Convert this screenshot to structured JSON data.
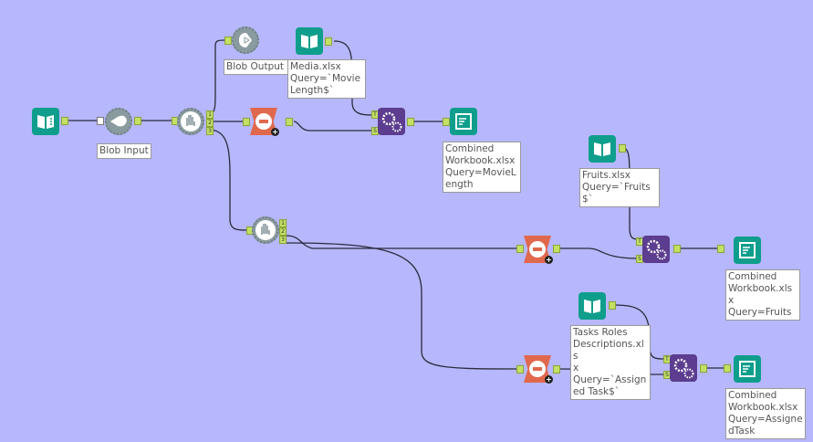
{
  "canvas": {
    "background": "#b7b7fe"
  },
  "colors": {
    "input_teal": "#0f9e8c",
    "formula_purple": "#5c3d8f",
    "dynamic_rename_red": "#e0694d",
    "blob_gray": "#8a9ba0",
    "anchor_green": "#c3e065",
    "wire": "#2b2b3a"
  },
  "tools": [
    {
      "id": "directory-input",
      "icon": "directory-book-icon",
      "label": ""
    },
    {
      "id": "blob-input",
      "icon": "blob-input-icon",
      "label": "Blob Input"
    },
    {
      "id": "blob-output",
      "icon": "blob-output-icon",
      "label": "Blob Output"
    },
    {
      "id": "block-until-done-1",
      "icon": "hand-stop-icon",
      "label": "",
      "anchors": [
        "1",
        "2",
        "3"
      ]
    },
    {
      "id": "block-until-done-2",
      "icon": "hand-stop-icon",
      "label": "",
      "anchors": [
        "1",
        "2",
        "3"
      ]
    },
    {
      "id": "input-media",
      "icon": "book-icon",
      "label": "Media.xlsx\nQuery=`Movie Length$`"
    },
    {
      "id": "input-fruits",
      "icon": "book-icon",
      "label": "Fruits.xlsx\nQuery=`Fruits$`"
    },
    {
      "id": "input-tasks",
      "icon": "book-icon",
      "label": "Tasks Roles Descriptions.xlsx\nQuery=`Assigned Task$`"
    },
    {
      "id": "dynamic-rename-1",
      "icon": "dynamic-rename-icon",
      "label": ""
    },
    {
      "id": "dynamic-rename-2",
      "icon": "dynamic-rename-icon",
      "label": ""
    },
    {
      "id": "dynamic-rename-3",
      "icon": "dynamic-rename-icon",
      "label": ""
    },
    {
      "id": "append-fields-1",
      "icon": "gears-icon",
      "label": "",
      "anchors": [
        "T",
        "S"
      ]
    },
    {
      "id": "append-fields-2",
      "icon": "gears-icon",
      "label": "",
      "anchors": [
        "T",
        "S"
      ]
    },
    {
      "id": "append-fields-3",
      "icon": "gears-icon",
      "label": "",
      "anchors": [
        "T",
        "S"
      ]
    },
    {
      "id": "output-movie",
      "icon": "output-doc-icon",
      "label": "Combined Workbook.xlsx\nQuery=MovieLength"
    },
    {
      "id": "output-fruits",
      "icon": "output-doc-icon",
      "label": "Combined Workbook.xlsx\nQuery=Fruits"
    },
    {
      "id": "output-assigned",
      "icon": "output-doc-icon",
      "label": "Combined Workbook.xlsx\nQuery=AssignedTask"
    }
  ],
  "labels": {
    "blob_input": "Blob Input",
    "blob_output": "Blob Output",
    "media": "Media.xlsx\nQuery=`Movie\nLength$`",
    "out_movie": "Combined\nWorkbook.xlsx\nQuery=MovieL\nength",
    "fruits": "Fruits.xlsx\nQuery=`Fruits$`",
    "out_fruits": "Combined\nWorkbook.xlsx\nQuery=Fruits",
    "tasks": "Tasks Roles\nDescriptions.xls\nx\nQuery=`Assign\ned Task$`",
    "out_assigned": "Combined\nWorkbook.xlsx\nQuery=Assigne\ndTask"
  },
  "anchor_text": {
    "one": "1",
    "two": "2",
    "three": "3",
    "t": "T",
    "s": "S",
    "plus": "+"
  }
}
